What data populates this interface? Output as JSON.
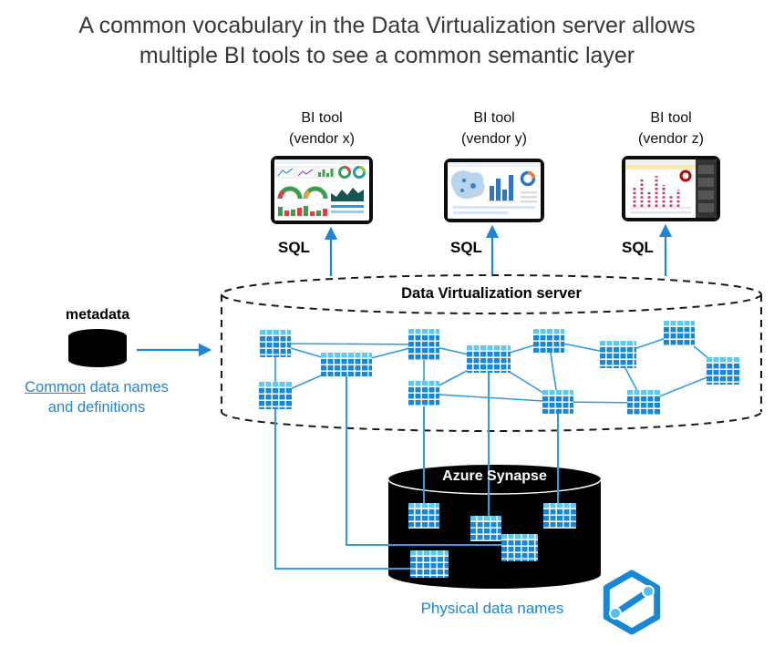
{
  "title": {
    "line1": "A common vocabulary in the Data Virtualization server allows",
    "line2": "multiple BI tools to see a common semantic layer"
  },
  "bi_tools": [
    {
      "name": "BI tool",
      "vendor": "(vendor x)",
      "sql": "SQL"
    },
    {
      "name": "BI tool",
      "vendor": "(vendor y)",
      "sql": "SQL"
    },
    {
      "name": "BI tool",
      "vendor": "(vendor z)",
      "sql": "SQL"
    }
  ],
  "dv_server": {
    "label": "Data Virtualization server"
  },
  "metadata": {
    "label": "metadata",
    "caption_underlined": "Common",
    "caption_rest": " data names",
    "caption_line2": "and definitions"
  },
  "synapse": {
    "label": "Azure Synapse",
    "caption": "Physical data names"
  },
  "icons": {
    "table_icon": "blue data-table grid",
    "metadata_icon": "black database cylinder",
    "dv_server_shape": "dashed database cylinder",
    "synapse_shape": "black database cylinder",
    "synapse_logo": "azure-synapse hexagon logo",
    "arrow_icon": "blue arrow"
  },
  "colors": {
    "accent_blue": "#1f86d4",
    "line_blue": "#2f9de0",
    "table_header": "#5bc9f3",
    "table_body": "#1488dd",
    "title_text": "#383838",
    "cylinder_black": "#000000"
  }
}
